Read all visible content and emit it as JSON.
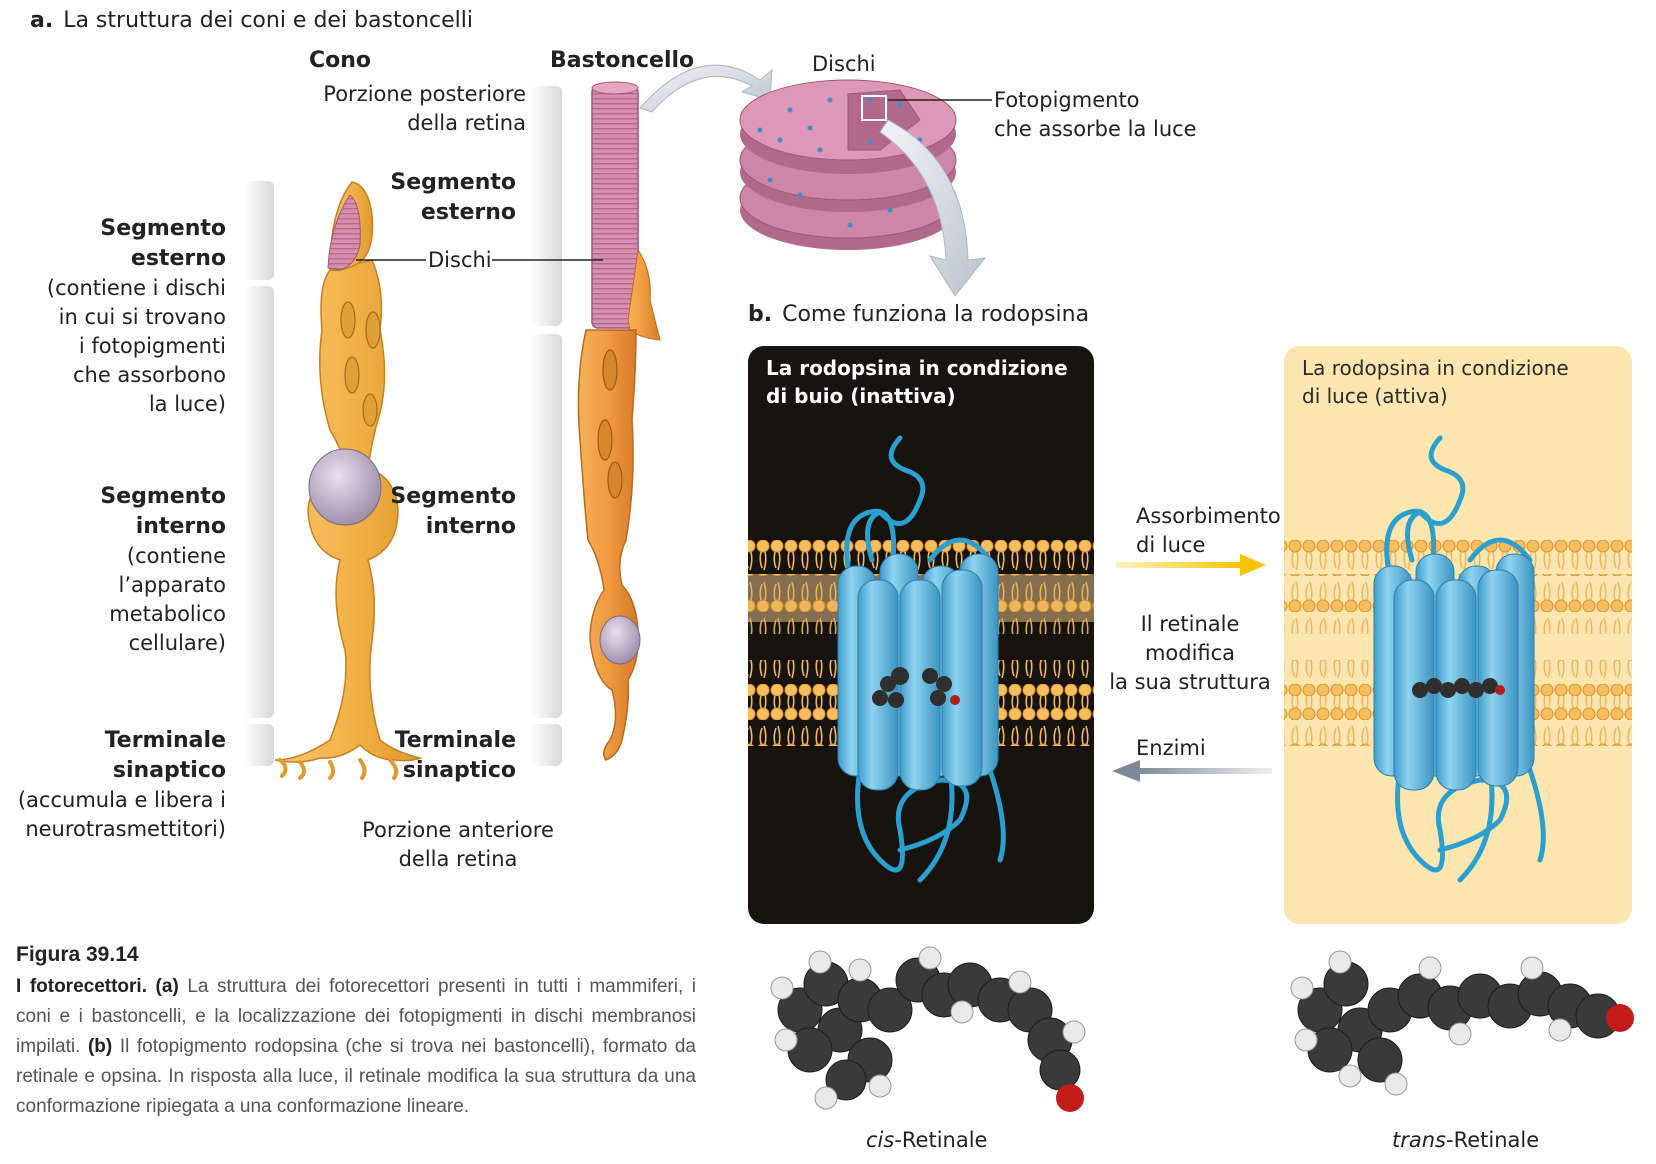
{
  "section_a": {
    "letter": "a.",
    "title": "La struttura dei coni e dei bastoncelli"
  },
  "section_b": {
    "letter": "b.",
    "title": "Come funziona la rodopsina"
  },
  "cone": {
    "title": "Cono",
    "outer_segment": "Segmento\nesterno",
    "outer_desc": "(contiene i dischi\nin cui si trovano\ni fotopigmenti\nche assorbono\nla luce)",
    "inner_segment": "Segmento\ninterno",
    "inner_desc": "(contiene\nl’apparato\nmetabolico\ncellulare)",
    "terminal": "Terminale\nsinaptico",
    "terminal_desc": "(accumula e libera i\nneurotrasmettitori)"
  },
  "discs_label": "Dischi",
  "rod": {
    "title": "Bastoncello",
    "back_retina": "Porzione posteriore\ndella retina",
    "outer_segment": "Segmento\nesterno",
    "inner_segment": "Segmento\ninterno",
    "terminal": "Terminale\nsinaptico",
    "front_retina": "Porzione anteriore\ndella retina"
  },
  "disc_stack": {
    "label": "Dischi",
    "pigment": "Fotopigmento\nche assorbe la luce"
  },
  "dark_panel": {
    "title": "La rodopsina in condizione\ndi buio (inattiva)",
    "bg": "#17130f"
  },
  "light_panel": {
    "title": "La rodopsina in condizione\ndi luce (attiva)",
    "bg": "#fbe6b0"
  },
  "arrows": {
    "light_absorption": "Assorbimento\ndi luce",
    "retinal_change": "Il retinale\nmodifica\nla sua struttura",
    "enzymes": "Enzimi"
  },
  "molecules": {
    "cis_prefix": "cis",
    "cis_suffix": "-Retinale",
    "trans_prefix": "trans",
    "trans_suffix": "-Retinale"
  },
  "caption": {
    "figure": "Figura 39.14",
    "lead": "I fotorecettori.",
    "a_tag": "(a)",
    "a_text": " La struttura dei fotorecettori presenti in tutti i mammiferi, i coni e i bastoncelli, e la localizzazione dei fotopigmenti in dischi membranosi impilati. ",
    "b_tag": "(b)",
    "b_text": " Il fotopigmento rodopsina (che si trova nei bastoncelli), formato da retinale e opsina. In risposta alla luce, il retinale modifica la sua struttura da una conformazione ripiegata a una conformazione lineare."
  },
  "colors": {
    "cone_orange": "#f3b24a",
    "rod_orange": "#ef9a3e",
    "disc_pink": "#c9799c",
    "helix_blue": "#5bb8e0",
    "loop_blue": "#2a9fd0",
    "membrane": "#f5b354",
    "arrow_yellow": "#f5c400",
    "arrow_gray": "#7d8a96"
  }
}
